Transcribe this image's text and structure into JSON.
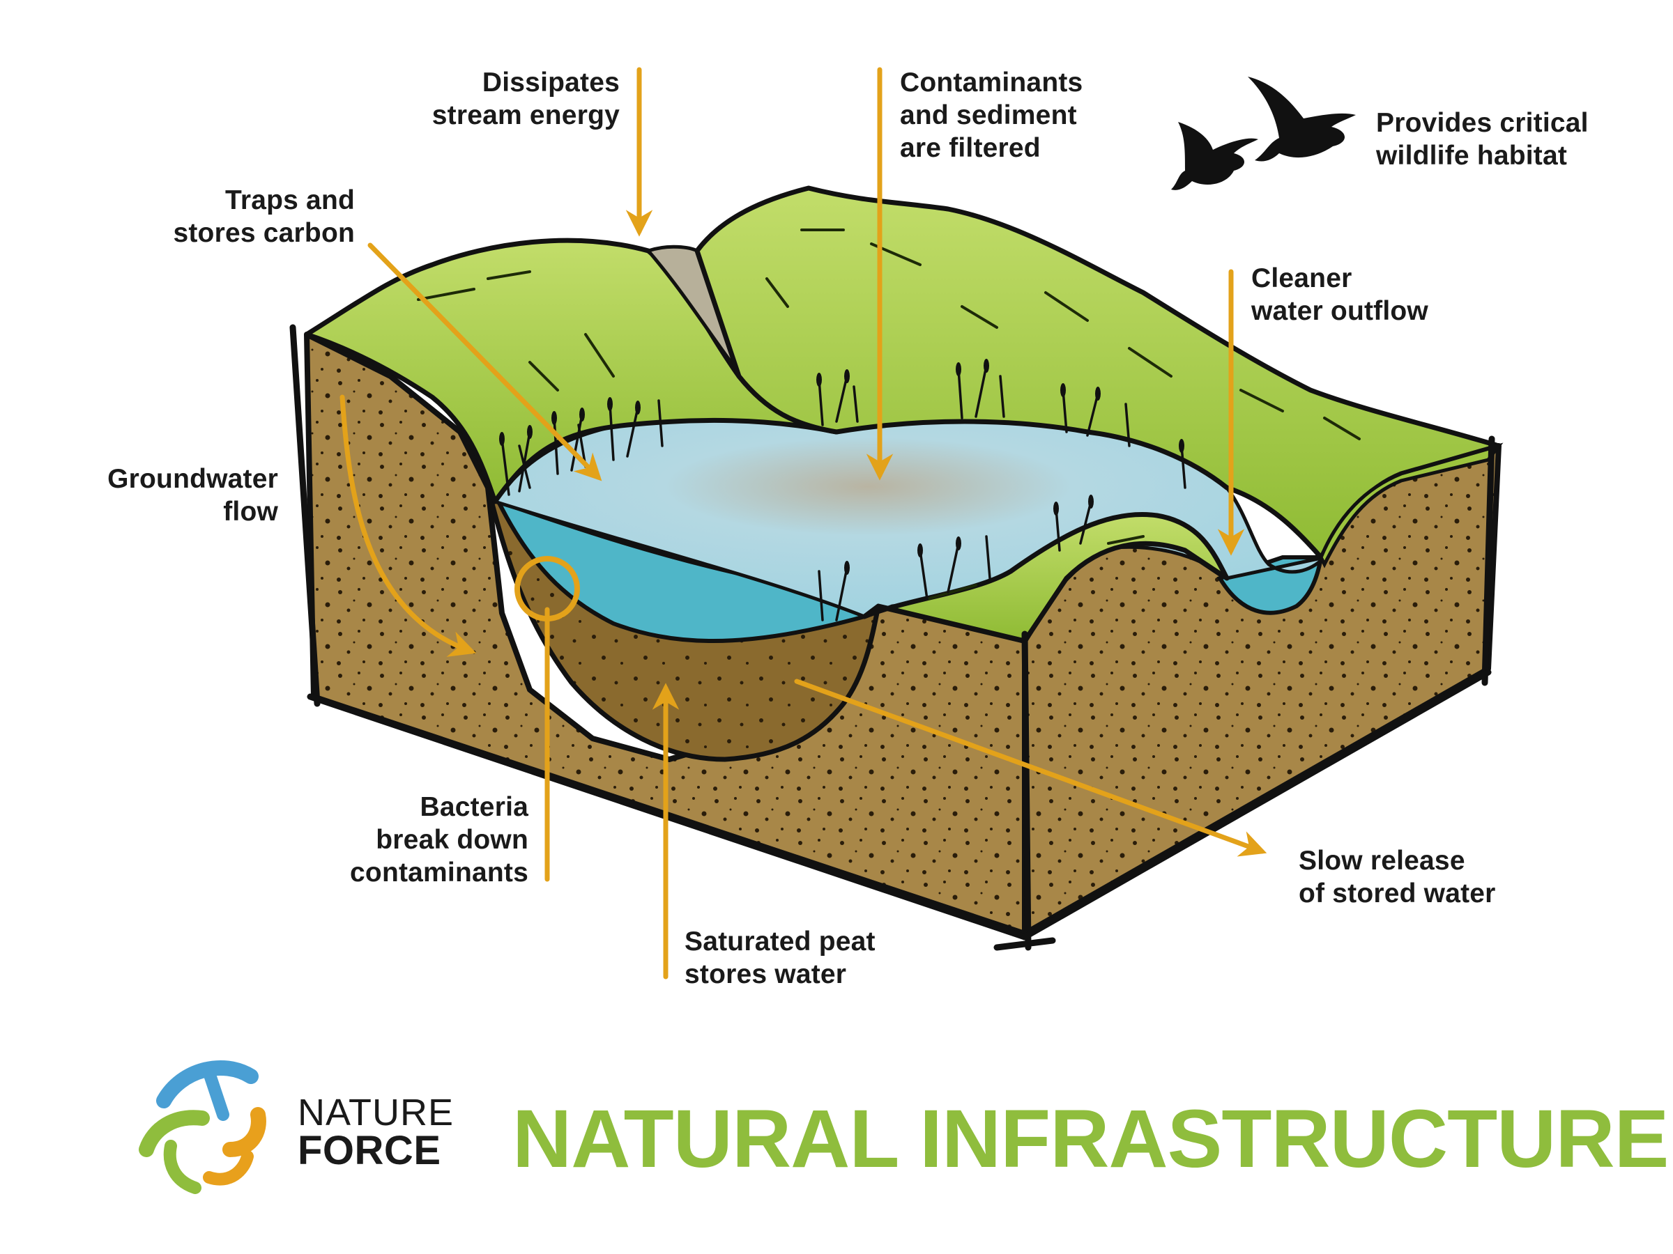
{
  "labels": {
    "dissipates": "Dissipates\nstream energy",
    "contaminants": "Contaminants\nand sediment\nare filtered",
    "habitat": "Provides critical\nwildlife habitat",
    "carbon": "Traps and\nstores carbon",
    "outflow": "Cleaner\nwater outflow",
    "groundwater": "Groundwater\nflow",
    "bacteria": "Bacteria\nbreak down\ncontaminants",
    "peat": "Saturated peat\nstores water",
    "slow_release": "Slow release\nof stored water"
  },
  "brand": {
    "line1": "NATURE",
    "line2": "FORCE"
  },
  "title": "NATURAL INFRASTRUCTURE",
  "colors": {
    "grass": "#a8cc45",
    "grass_light": "#c6df6e",
    "soil": "#a88748",
    "soil_dark": "#8a6a2e",
    "water": "#a9d7e3",
    "water_deep": "#4fb6c8",
    "arrow": "#e3a21a",
    "title": "#8fbd3d",
    "logo_blue": "#4a9fd4",
    "logo_green": "#8fbd3d",
    "logo_orange": "#e8a01c"
  },
  "icons": [
    "duck-icon",
    "duck-icon",
    "nature-force-logo-icon"
  ]
}
